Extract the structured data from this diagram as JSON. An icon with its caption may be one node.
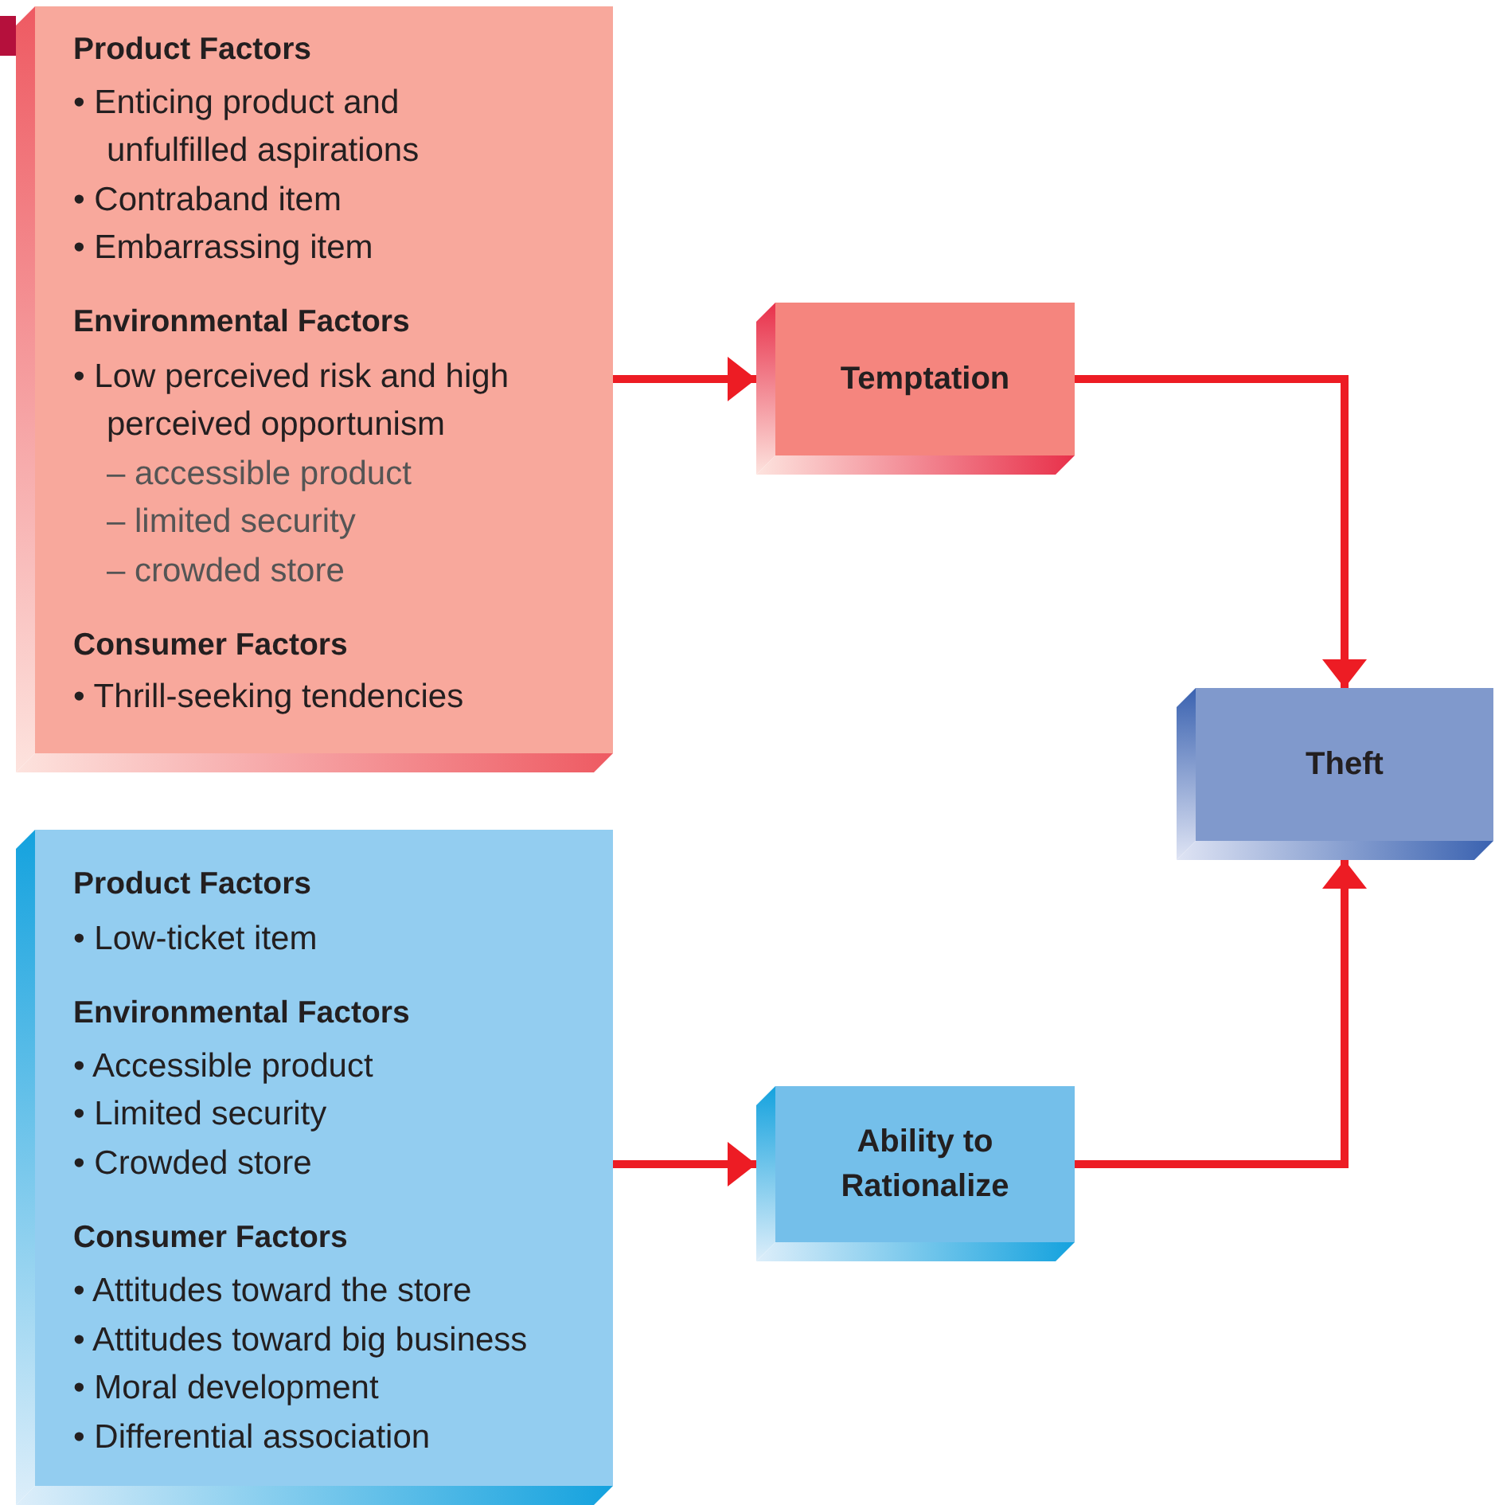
{
  "diagram": {
    "nodes": [
      {
        "text": [
          "Product Factors",
          "• Enticing product and unfulfilled aspirations",
          "• Contraband item",
          "• Embarrassing item",
          "Environmental Factors",
          "• Low perceived risk and high perceived opportunism",
          "– accessible product",
          "– limited security",
          "– crowded store",
          "Consumer Factors",
          "• Thrill-seeking tendencies"
        ]
      },
      {
        "text": [
          "Temptation"
        ]
      },
      {
        "text": [
          "Theft"
        ]
      },
      {
        "text": [
          "Product Factors",
          "• Low-ticket item",
          "Environmental Factors",
          "• Accessible product",
          "• Limited security",
          "• Crowded store",
          "Consumer Factors",
          "• Attitudes toward the store",
          "• Attitudes toward big business",
          "• Moral development",
          "• Differential association"
        ]
      },
      {
        "text": [
          "Ability to Rationalize"
        ]
      }
    ],
    "edges": [
      {
        "from": 0,
        "to": 1,
        "arrow": "to"
      },
      {
        "from": 1,
        "to": 2,
        "arrow": "to"
      },
      {
        "from": 3,
        "to": 4,
        "arrow": "to"
      },
      {
        "from": 4,
        "to": 2,
        "arrow": "to"
      }
    ]
  }
}
